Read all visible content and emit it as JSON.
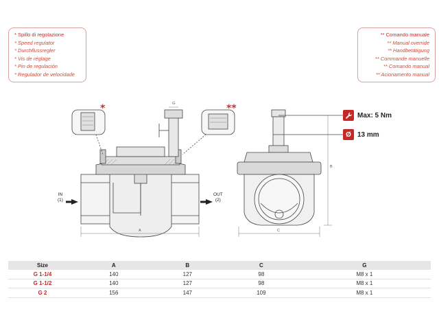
{
  "legend_left": {
    "title": "* Spillo di regolazione",
    "items": [
      "* Speed regulator",
      "* Durchflussregler",
      "* Vis de réglage",
      "* Pin de regulación",
      "* Regulador de velocidade"
    ]
  },
  "legend_right": {
    "title": "** Comando manuale",
    "items": [
      "** Manual override",
      "** Handbetätigung",
      "** Commande manuelle",
      "** Comando manual",
      "** Acionamento manual"
    ]
  },
  "markers": {
    "single": "*",
    "double": "**"
  },
  "specs": {
    "torque": {
      "icon": "wrench-icon",
      "label": "Max: 5 Nm"
    },
    "diameter": {
      "icon": "diameter-icon",
      "symbol": "Ø",
      "label": "13 mm"
    }
  },
  "ports": {
    "in": {
      "label": "IN",
      "num": "(1)"
    },
    "out": {
      "label": "OUT",
      "num": "(2)"
    }
  },
  "dims": {
    "a": "A",
    "b": "B",
    "c": "C",
    "g": "G"
  },
  "colors": {
    "accent": "#c62828",
    "line": "#444444",
    "header_bg": "#e6e6e6"
  },
  "table": {
    "headers": [
      "Size",
      "A",
      "B",
      "C",
      "G"
    ],
    "rows": [
      [
        "G 1-1/4",
        "140",
        "127",
        "98",
        "M8 x 1"
      ],
      [
        "G 1-1/2",
        "140",
        "127",
        "98",
        "M8 x 1"
      ],
      [
        "G 2",
        "156",
        "147",
        "109",
        "M8 x 1"
      ]
    ]
  }
}
